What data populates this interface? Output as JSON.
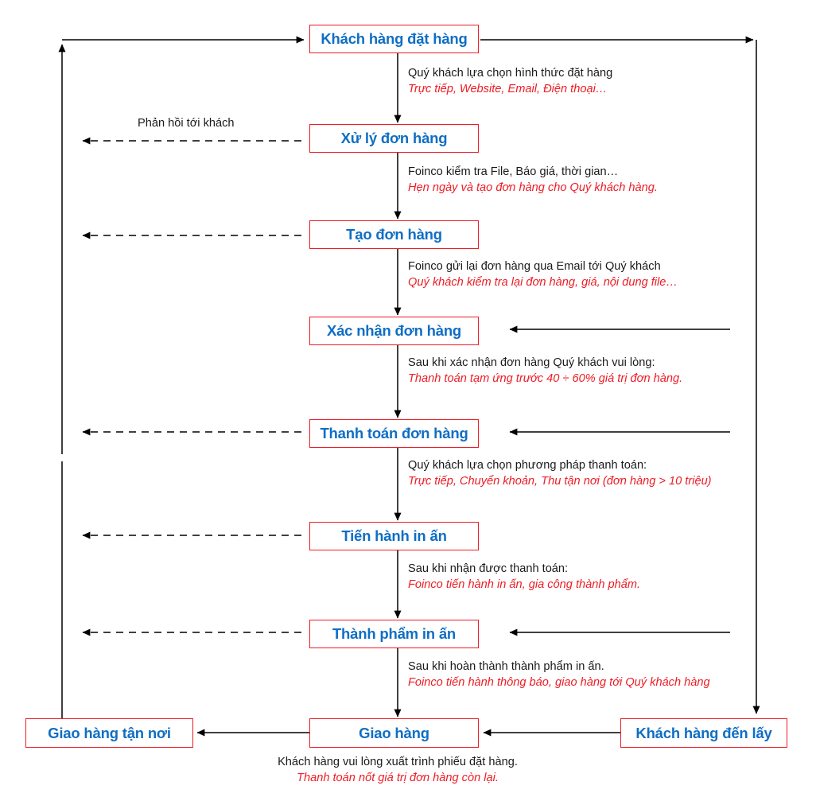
{
  "diagram": {
    "title": "Quy trinh dat hang",
    "colors": {
      "node_border": "#ee1c25",
      "node_text": "#0f6ec4",
      "annotation_primary": "#1a1a1a",
      "annotation_secondary": "#ee1c25",
      "connector": "#000000",
      "background": "#ffffff"
    }
  },
  "nodes": {
    "order": "Khách hàng đặt hàng",
    "process": "Xử lý đơn hàng",
    "create": "Tạo đơn hàng",
    "confirm": "Xác nhận đơn hàng",
    "payment": "Thanh toán đơn hàng",
    "printing": "Tiến hành in ấn",
    "product": "Thành phẩm in ấn",
    "delivery": "Giao hàng",
    "delivery_to_door": "Giao hàng tận nơi",
    "customer_pickup": "Khách hàng đến lấy"
  },
  "edge_labels": {
    "feedback": "Phản hồi tới khách"
  },
  "annotations": {
    "after_order": {
      "line1": "Quý khách lựa chọn hình thức đặt hàng",
      "line2": "Trực tiếp, Website, Email, Điện thoại…"
    },
    "after_process": {
      "line1": "Foinco kiểm tra File, Báo giá, thời gian…",
      "line2": "Hẹn ngày và tạo đơn hàng cho Quý khách hàng."
    },
    "after_create": {
      "line1": "Foinco gửi lại đơn hàng qua Email tới Quý khách",
      "line2": "Quý khách kiểm tra lại đơn hàng, giá, nội dung file…"
    },
    "after_confirm": {
      "line1": "Sau khi xác nhận đơn hàng Quý khách vui lòng:",
      "line2": "Thanh toán tạm ứng trước 40 ÷ 60% giá trị đơn hàng."
    },
    "after_payment": {
      "line1": "Quý khách lựa chọn phương pháp thanh toán:",
      "line2": "Trực tiếp, Chuyển khoản, Thu tận nơi (đơn hàng > 10 triệu)"
    },
    "after_printing": {
      "line1": "Sau khi nhận được thanh toán:",
      "line2": "Foinco tiến hành in ấn, gia công thành phẩm."
    },
    "after_product": {
      "line1": "Sau khi hoàn thành thành phẩm in ấn.",
      "line2": "Foinco tiến hành thông báo, giao hàng tới Quý khách hàng"
    },
    "footer": {
      "line1": "Khách hàng vui lòng xuất trình phiếu đặt hàng.",
      "line2": "Thanh toán nốt giá trị đơn hàng còn lại."
    }
  }
}
